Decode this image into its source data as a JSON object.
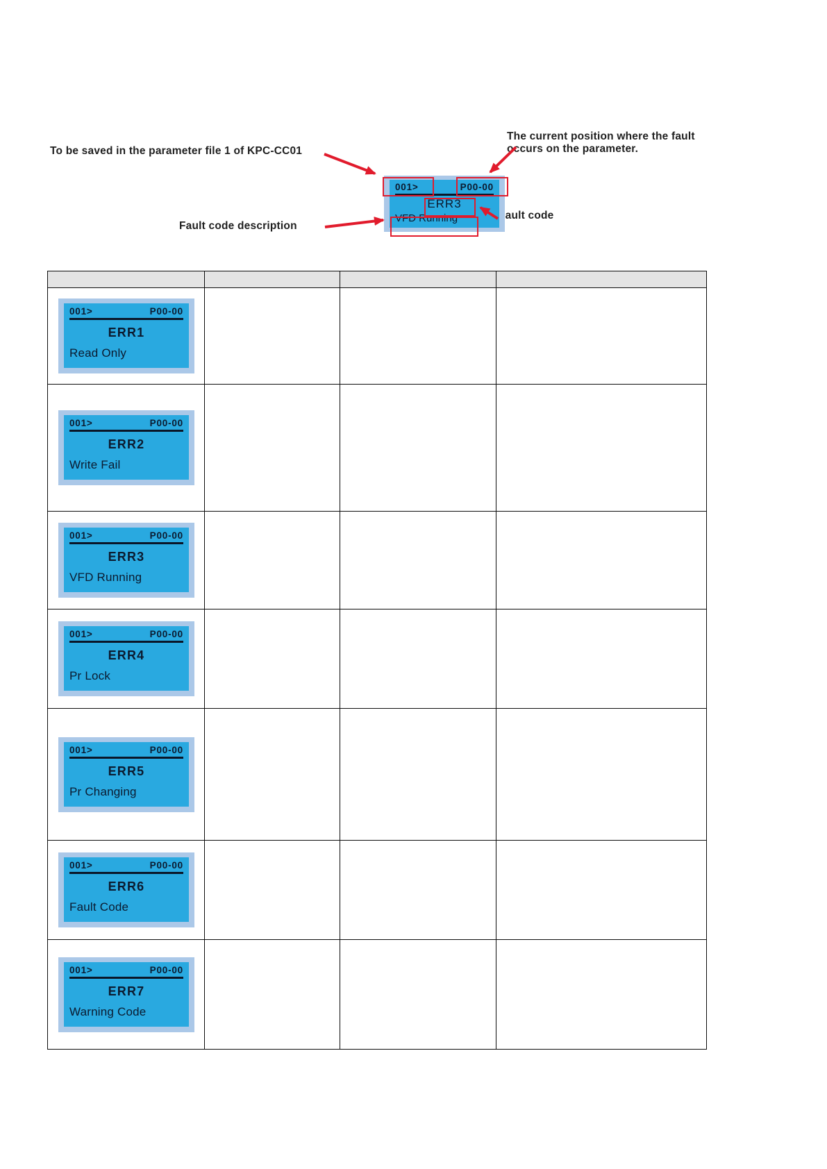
{
  "colors": {
    "annotation_red": "#e11b2c",
    "lcd_frame": "#abc8e8",
    "lcd_screen": "#29a9e0",
    "lcd_text": "#0b1a2f",
    "table_header_gray": "#e4e4e4"
  },
  "annotations": {
    "save_note": "To be saved in the parameter file 1 of KPC-CC01",
    "position_note": "The current position where the fault occurs on the parameter.",
    "fault_code_label": "Fault code",
    "fault_desc_label": "Fault code description"
  },
  "demo_display": {
    "file_no": "001>",
    "param": "P00-00",
    "code": "ERR3",
    "description": "VFD Running"
  },
  "table": {
    "columns": [
      "",
      "",
      "",
      ""
    ],
    "rows": [
      {
        "file_no": "001>",
        "param": "P00-00",
        "code": "ERR1",
        "description": "Read Only",
        "col2": "",
        "col3": "",
        "col4": ""
      },
      {
        "file_no": "001>",
        "param": "P00-00",
        "code": "ERR2",
        "description": "Write Fail",
        "col2": "",
        "col3": "",
        "col4": ""
      },
      {
        "file_no": "001>",
        "param": "P00-00",
        "code": "ERR3",
        "description": "VFD Running",
        "col2": "",
        "col3": "",
        "col4": ""
      },
      {
        "file_no": "001>",
        "param": "P00-00",
        "code": "ERR4",
        "description": "Pr Lock",
        "col2": "",
        "col3": "",
        "col4": ""
      },
      {
        "file_no": "001>",
        "param": "P00-00",
        "code": "ERR5",
        "description": "Pr Changing",
        "col2": "",
        "col3": "",
        "col4": ""
      },
      {
        "file_no": "001>",
        "param": "P00-00",
        "code": "ERR6",
        "description": "Fault Code",
        "col2": "",
        "col3": "",
        "col4": ""
      },
      {
        "file_no": "001>",
        "param": "P00-00",
        "code": "ERR7",
        "description": "Warning Code",
        "col2": "",
        "col3": "",
        "col4": ""
      }
    ]
  }
}
